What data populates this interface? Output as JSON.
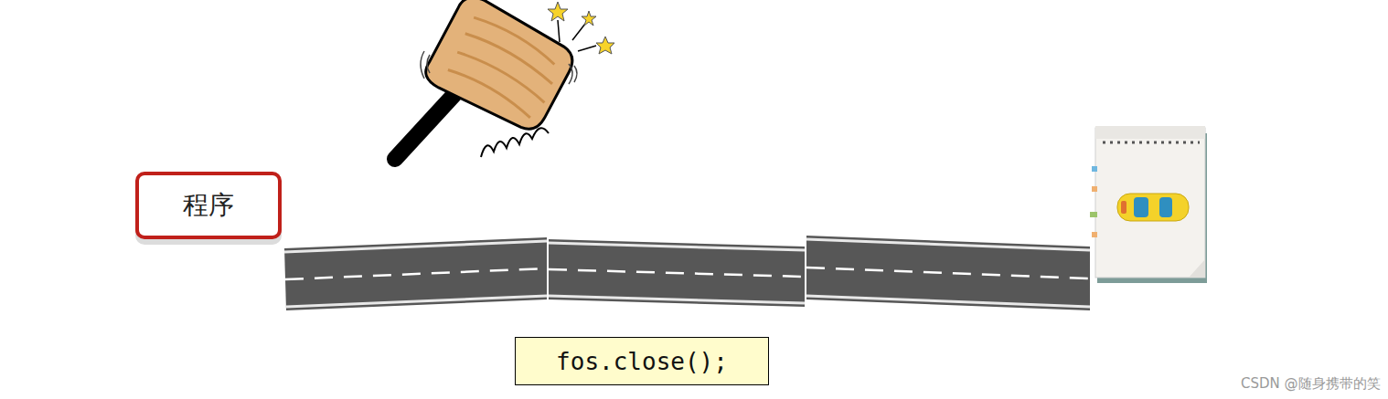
{
  "diagram": {
    "nodes": [
      {
        "text": [
          "程序"
        ]
      },
      {
        "text": [
          "fos.close();"
        ]
      }
    ],
    "labels": [
      "CSDN @随身携带的笑"
    ]
  }
}
